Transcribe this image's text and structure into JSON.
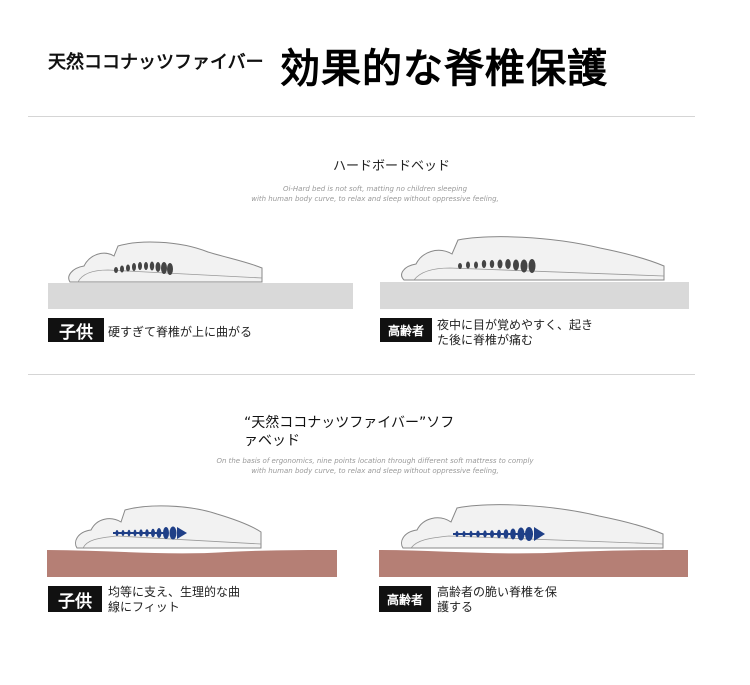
{
  "header": {
    "subtitle": "天然ココナッツファイバー",
    "title": "効果的な脊椎保護"
  },
  "section_hard": {
    "title": "ハードボードベッド",
    "description_line1": "Oi-Hard bed is not soft, matting no children sleeping",
    "description_line2": "with human body curve, to relax and sleep without oppressive feeling,",
    "child": {
      "badge": "子供",
      "caption": "硬すぎて脊椎が上に曲がる"
    },
    "elder": {
      "badge": "高齢者",
      "caption_line1": "夜中に目が覚めやすく、起き",
      "caption_line2": "た後に脊椎が痛む"
    },
    "colors": {
      "mattress": "#d9d9d9"
    }
  },
  "section_soft": {
    "title_line1": "“天然ココナッツファイバー”ソフ",
    "title_line2": "ァベッド",
    "description_line1": "On the basis of ergonomics, nine points location through different soft mattress to comply",
    "description_line2": "with human body curve, to relax and sleep without oppressive feeling,",
    "child": {
      "badge": "子供",
      "caption_line1": "均等に支え、生理的な曲",
      "caption_line2": "線にフィット"
    },
    "elder": {
      "badge": "高齢者",
      "caption_line1": "高齢者の脆い脊椎を保",
      "caption_line2": "護する"
    },
    "colors": {
      "mattress": "#b57f75",
      "spine": "#1f3f87"
    }
  }
}
